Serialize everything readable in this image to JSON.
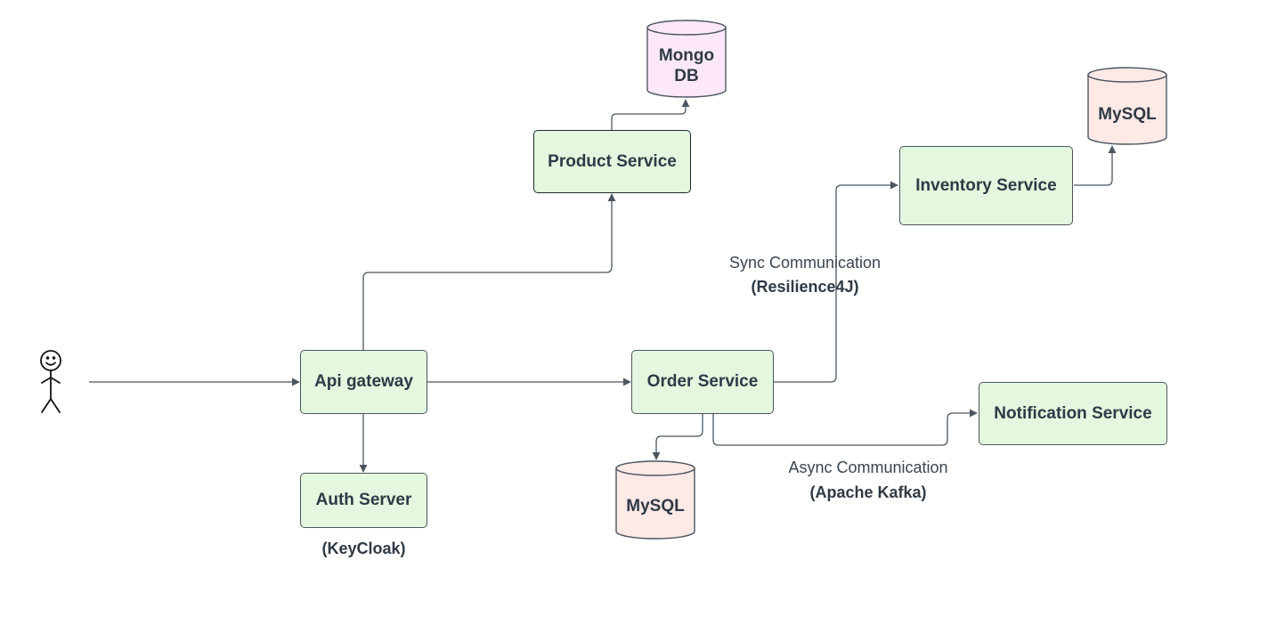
{
  "colors": {
    "service_fill": "#e3f8df",
    "mongo_fill": "#fde8fb",
    "mysql_fill": "#fde9e5",
    "stroke": "#4b5661"
  },
  "actor": {
    "icon": "stick-figure-user"
  },
  "services": {
    "api_gateway": "Api gateway",
    "auth_server": "Auth Server",
    "product_service": "Product Service",
    "order_service": "Order Service",
    "inventory_service": "Inventory Service",
    "notification_service": "Notification Service"
  },
  "databases": {
    "mongo": "Mongo\nDB",
    "mysql_inventory": "MySQL",
    "mysql_order": "MySQL"
  },
  "labels": {
    "keycloak": "(KeyCloak)",
    "sync_title": "Sync Communication",
    "sync_detail": "(Resilience4J)",
    "async_title": "Async Communication",
    "async_detail": "(Apache Kafka)"
  }
}
